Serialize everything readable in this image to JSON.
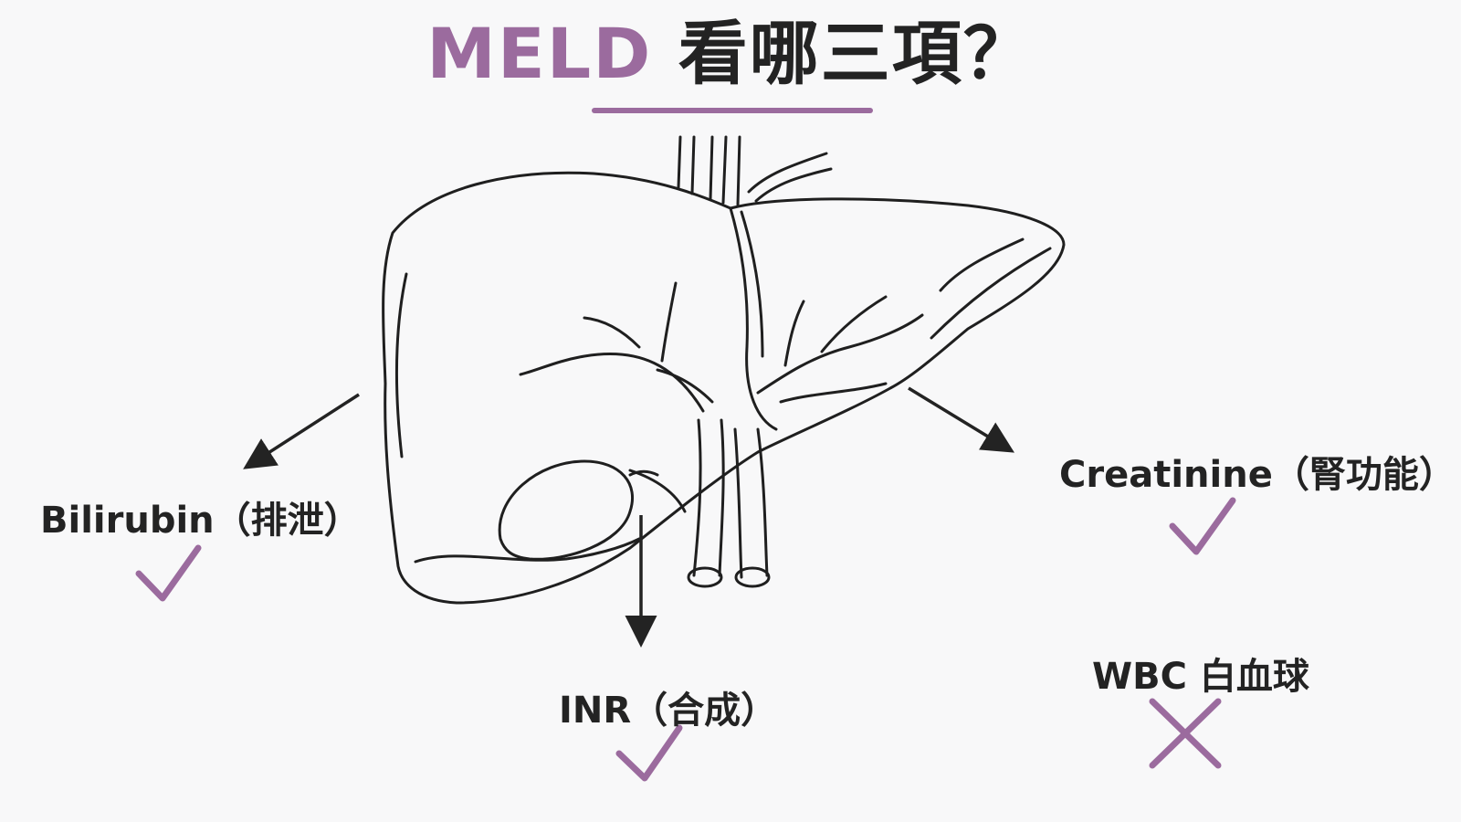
{
  "title": {
    "accent": "MELD",
    "rest": " 看哪三項？"
  },
  "items": [
    {
      "key": "bilirubin",
      "label": "Bilirubin（排泄）",
      "included": true
    },
    {
      "key": "inr",
      "label": "INR（合成）",
      "included": true
    },
    {
      "key": "creatinine",
      "label": "Creatinine（腎功能）",
      "included": true
    },
    {
      "key": "wbc",
      "label": "WBC 白血球",
      "included": false
    }
  ],
  "colors": {
    "accent": "#9b6b9e",
    "ink": "#232323",
    "background": "#f8f8f9"
  },
  "icons": {
    "included": "checkmark-icon",
    "excluded": "cross-icon",
    "organ": "liver-illustration"
  }
}
